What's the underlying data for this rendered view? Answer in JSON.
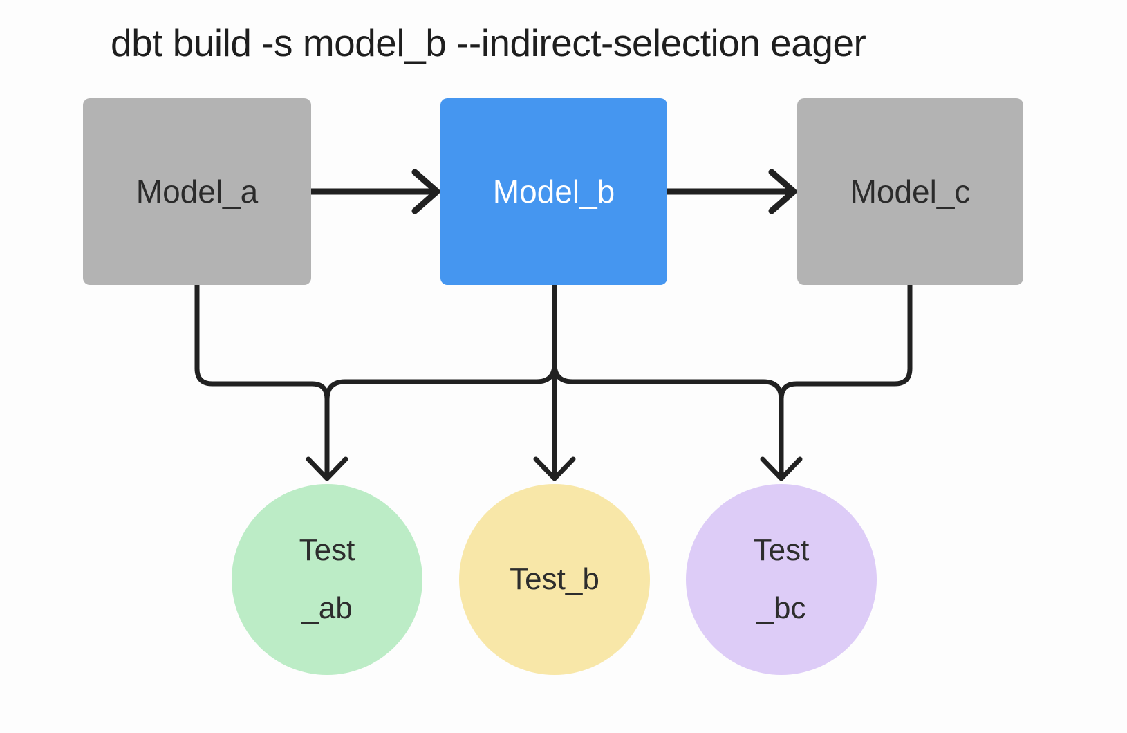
{
  "title": "dbt build -s model_b --indirect-selection eager",
  "nodes": {
    "model_a": {
      "label": "Model_a",
      "type": "model",
      "color": "#b3b3b3",
      "text_color": "#2b2b2b"
    },
    "model_b": {
      "label": "Model_b",
      "type": "model",
      "selected": true,
      "color": "#4596f0",
      "text_color": "#ffffff"
    },
    "model_c": {
      "label": "Model_c",
      "type": "model",
      "color": "#b3b3b3",
      "text_color": "#2b2b2b"
    },
    "test_ab": {
      "label_line1": "Test",
      "label_line2": "_ab",
      "type": "test",
      "color": "#bcecc6"
    },
    "test_b": {
      "label_line1": "Test_b",
      "type": "test",
      "color": "#f8e7a8"
    },
    "test_bc": {
      "label_line1": "Test",
      "label_line2": "_bc",
      "type": "test",
      "color": "#ddccf7"
    }
  },
  "edges": [
    {
      "from": "model_a",
      "to": "model_b"
    },
    {
      "from": "model_b",
      "to": "model_c"
    },
    {
      "from": "model_a",
      "to": "test_ab"
    },
    {
      "from": "model_b",
      "to": "test_ab"
    },
    {
      "from": "model_b",
      "to": "test_b"
    },
    {
      "from": "model_b",
      "to": "test_bc"
    },
    {
      "from": "model_c",
      "to": "test_bc"
    }
  ],
  "line_color": "#212121",
  "background_color": "#fdfdfd"
}
